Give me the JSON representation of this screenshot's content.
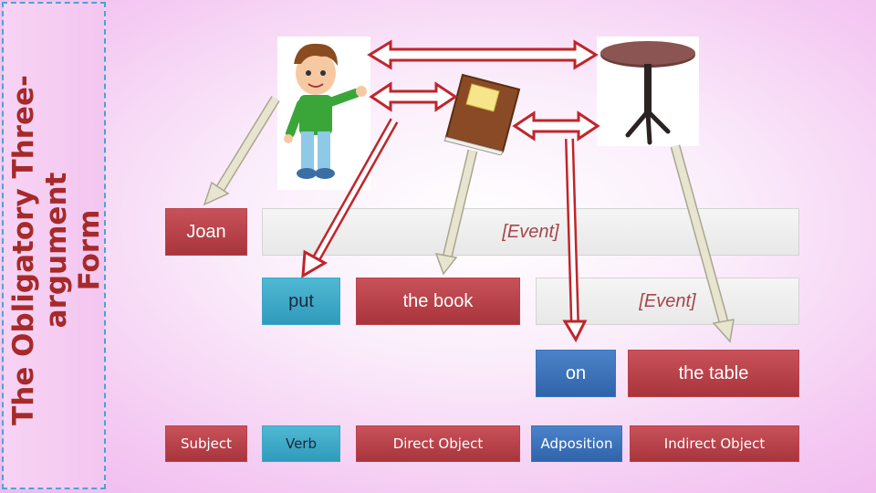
{
  "slide": {
    "title_line1": "The Obligatory Three-argument",
    "title_line2": "Form"
  },
  "row1": {
    "subject": "Joan",
    "event": "[Event]"
  },
  "row2": {
    "verb": "put",
    "direct_object": "the book",
    "event": "[Event]"
  },
  "row3": {
    "adposition": "on",
    "indirect_object": "the table"
  },
  "legend": {
    "subject": "Subject",
    "verb": "Verb",
    "direct_object": "Direct Object",
    "adposition": "Adposition",
    "indirect_object": "Indirect Object"
  },
  "images": {
    "boy": "boy-illustration",
    "book": "book-icon",
    "table": "table-photo"
  },
  "colors": {
    "title": "#a52a2a",
    "red_box": "#b9414a",
    "teal_box": "#3aa7c4",
    "blue_box": "#3b72bb",
    "arrow_red": "#c0252b",
    "arrow_gray": "#d9d6c4"
  }
}
